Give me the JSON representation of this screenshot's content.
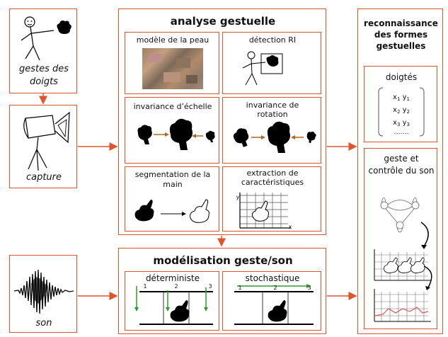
{
  "left": {
    "gestures_caption": "gestes des doigts",
    "capture_caption": "capture",
    "sound_caption": "son"
  },
  "analysis": {
    "title": "analyse gestuelle",
    "cells": [
      {
        "label": "modèle de la peau"
      },
      {
        "label": "détection RI"
      },
      {
        "label": "invariance d’échelle"
      },
      {
        "label": "invariance de rotation"
      },
      {
        "label": "segmentation de la main"
      },
      {
        "label": "extraction de caractéristiques",
        "axis_x": "x",
        "axis_y": "y"
      }
    ]
  },
  "modeling": {
    "title": "modélisation geste/son",
    "deterministic": {
      "label": "déterministe",
      "ticks": [
        "1",
        "2",
        "3"
      ]
    },
    "stochastic": {
      "label": "stochastique",
      "ticks": [
        "1",
        "2",
        "3"
      ]
    }
  },
  "recognition": {
    "title": "reconnaissance des formes gestuelles",
    "fingerings": {
      "title": "doigtés",
      "rows": [
        {
          "a": "x",
          "as": "1",
          "b": "y",
          "bs": "1"
        },
        {
          "a": "x",
          "as": "2",
          "b": "y",
          "bs": "2"
        },
        {
          "a": "x",
          "as": "3",
          "b": "y",
          "bs": "3"
        }
      ],
      "ellipsis": "……."
    },
    "control": {
      "title": "geste et contrôle du son"
    }
  },
  "colors": {
    "accent": "#e0542b",
    "arrow_brown": "#b5651d",
    "green": "#2a9d2a"
  }
}
